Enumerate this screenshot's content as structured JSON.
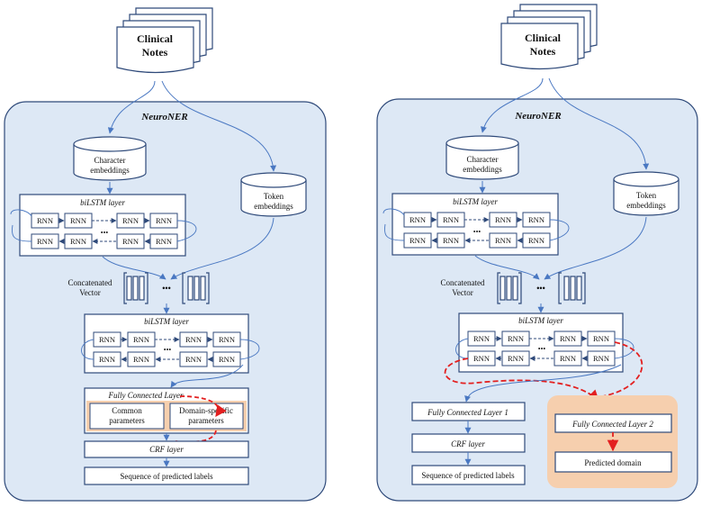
{
  "left": {
    "clinical_notes_line1": "Clinical",
    "clinical_notes_line2": "Notes",
    "panel_title": "NeuroNER",
    "char_embed_line1": "Character",
    "char_embed_line2": "embeddings",
    "token_embed_line1": "Token",
    "token_embed_line2": "embeddings",
    "bilstm1_title": "biLSTM layer",
    "rnn_label": "RNN",
    "ellipsis": "•••",
    "concat_line1": "Concatenated",
    "concat_line2": "Vector",
    "bilstm2_title": "biLSTM layer",
    "fc_title": "Fully Connected Layer",
    "common_line1": "Common",
    "common_line2": "parameters",
    "domain_line1": "Domain-specific",
    "domain_line2": "parameters",
    "crf": "CRF layer",
    "seq": "Sequence of predicted labels"
  },
  "right": {
    "clinical_notes_line1": "Clinical",
    "clinical_notes_line2": "Notes",
    "panel_title": "NeuroNER",
    "char_embed_line1": "Character",
    "char_embed_line2": "embeddings",
    "token_embed_line1": "Token",
    "token_embed_line2": "embeddings",
    "bilstm1_title": "biLSTM layer",
    "rnn_label": "RNN",
    "ellipsis": "•••",
    "concat_line1": "Concatenated",
    "concat_line2": "Vector",
    "bilstm2_title": "biLSTM layer",
    "fc1": "Fully Connected Layer 1",
    "crf": "CRF layer",
    "seq": "Sequence of predicted labels",
    "fc2": "Fully Connected Layer 2",
    "pred_domain": "Predicted domain"
  },
  "colors": {
    "panel_fill": "#dde8f5",
    "box_border": "#2f4a7a",
    "arrow_blue": "#4a78c2",
    "red_dash": "#e32020",
    "orange_fill": "#f6cfae"
  }
}
